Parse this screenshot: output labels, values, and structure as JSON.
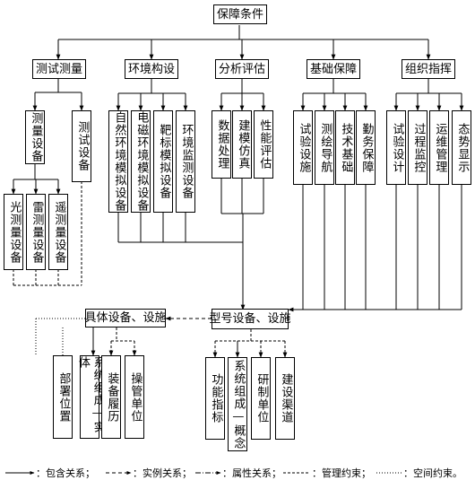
{
  "root": "保障条件",
  "categories": [
    "测试测量",
    "环境构设",
    "分析评估",
    "基础保障",
    "组织指挥"
  ],
  "measure": {
    "equipment": "测量设备",
    "test": "测试设备",
    "sub": [
      "光测量设备",
      "雷测量设备",
      "遥测量设备"
    ]
  },
  "environment": [
    "自然环境模拟设备",
    "电磁环境模拟设备",
    "靶标模拟设备",
    "环境监测设备"
  ],
  "analysis": [
    "数据处理",
    "建模仿真",
    "性能评估"
  ],
  "foundation": [
    "试验设施",
    "测绘导航",
    "技术基础",
    "勤务保障"
  ],
  "command": [
    "试验设计",
    "过程监控",
    "运维管理",
    "态势显示"
  ],
  "specific": {
    "label": "具体设备、设施",
    "children": [
      "部署位置",
      "系统组成—实体",
      "装备履历",
      "操管单位"
    ]
  },
  "model": {
    "label": "型号设备、设施",
    "children": [
      "功能指标",
      "系统组成—概念",
      "研制单位",
      "建设渠道"
    ]
  },
  "legend": {
    "contains": "：包含关系；",
    "instance": "：实例关系；",
    "attribute": "：属性关系；",
    "management": "：管理约束；",
    "spatial": "：空间约束。"
  }
}
